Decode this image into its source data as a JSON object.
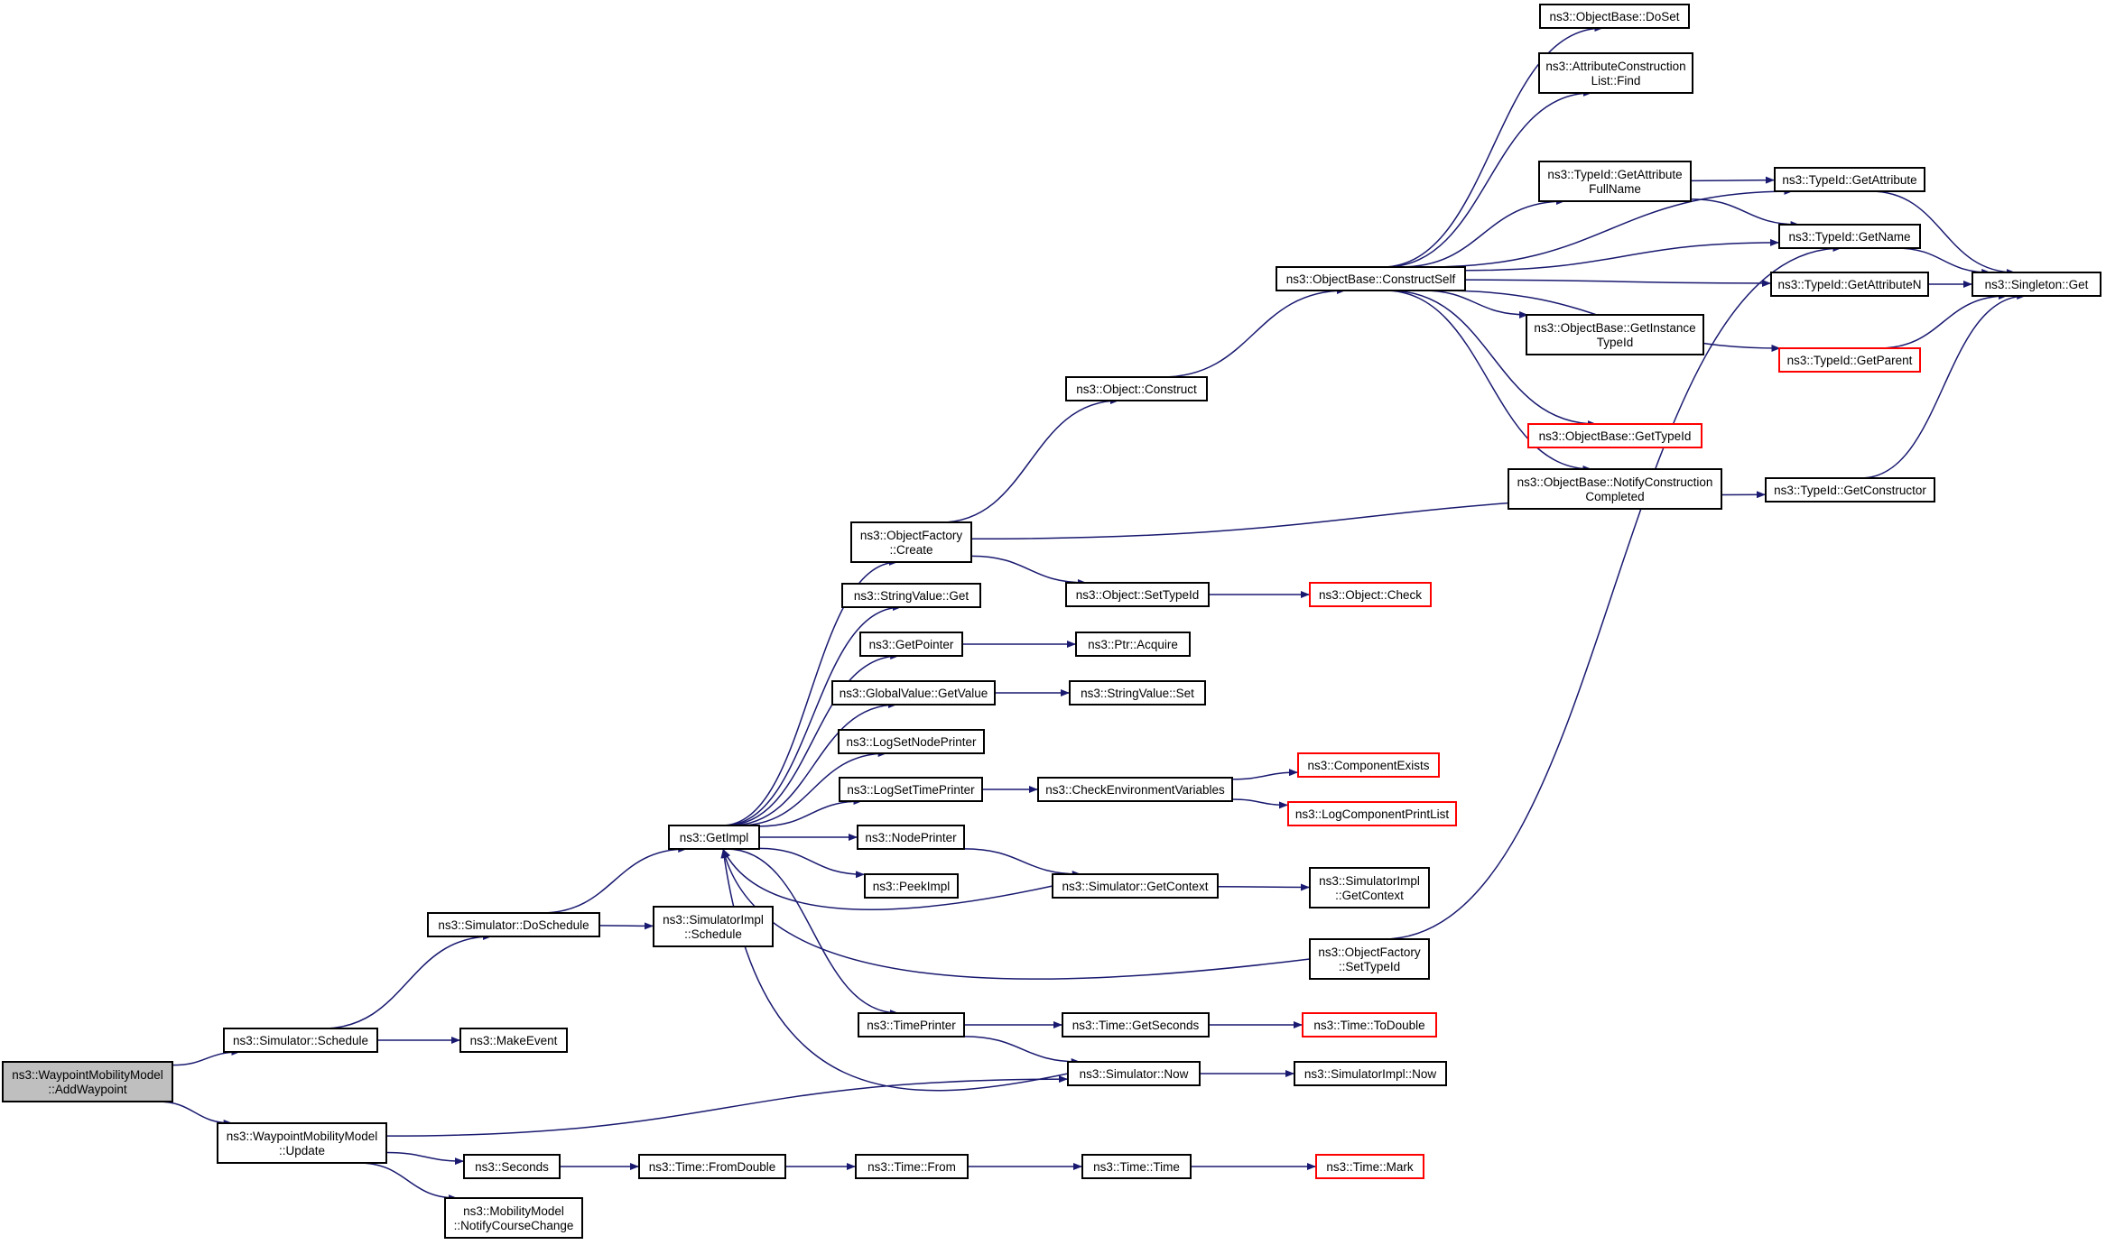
{
  "colors": {
    "edge": "#191970",
    "normal_border": "#000000",
    "truncated_border": "#ff0000",
    "root_fill": "#bfbfbf"
  },
  "nodes": [
    {
      "id": "root",
      "lines": [
        "ns3::WaypointMobilityModel",
        "::AddWaypoint"
      ],
      "style": "root"
    },
    {
      "id": "sched",
      "lines": [
        "ns3::Simulator::Schedule"
      ]
    },
    {
      "id": "update",
      "lines": [
        "ns3::WaypointMobilityModel",
        "::Update"
      ]
    },
    {
      "id": "doschedule",
      "lines": [
        "ns3::Simulator::DoSchedule"
      ]
    },
    {
      "id": "makeevent",
      "lines": [
        "ns3::MakeEvent"
      ]
    },
    {
      "id": "seconds",
      "lines": [
        "ns3::Seconds"
      ]
    },
    {
      "id": "notifycc",
      "lines": [
        "ns3::MobilityModel",
        "::NotifyCourseChange"
      ]
    },
    {
      "id": "getimpl",
      "lines": [
        "ns3::GetImpl"
      ]
    },
    {
      "id": "simimplschedule",
      "lines": [
        "ns3::SimulatorImpl",
        "::Schedule"
      ]
    },
    {
      "id": "fromdouble",
      "lines": [
        "ns3::Time::FromDouble"
      ]
    },
    {
      "id": "ofcreate",
      "lines": [
        "ns3::ObjectFactory",
        "::Create"
      ]
    },
    {
      "id": "strget",
      "lines": [
        "ns3::StringValue::Get"
      ]
    },
    {
      "id": "getpointer",
      "lines": [
        "ns3::GetPointer"
      ]
    },
    {
      "id": "gvgetvalue",
      "lines": [
        "ns3::GlobalValue::GetValue"
      ]
    },
    {
      "id": "lognodeprinter",
      "lines": [
        "ns3::LogSetNodePrinter"
      ]
    },
    {
      "id": "logtimeprinter",
      "lines": [
        "ns3::LogSetTimePrinter"
      ]
    },
    {
      "id": "nodeprinter",
      "lines": [
        "ns3::NodePrinter"
      ]
    },
    {
      "id": "peekimpl",
      "lines": [
        "ns3::PeekImpl"
      ]
    },
    {
      "id": "timeprinter",
      "lines": [
        "ns3::TimePrinter"
      ]
    },
    {
      "id": "timefrom",
      "lines": [
        "ns3::Time::From"
      ]
    },
    {
      "id": "objconstruct",
      "lines": [
        "ns3::Object::Construct"
      ]
    },
    {
      "id": "setTypeId",
      "lines": [
        "ns3::Object::SetTypeId"
      ]
    },
    {
      "id": "ptracquire",
      "lines": [
        "ns3::Ptr::Acquire"
      ]
    },
    {
      "id": "strset",
      "lines": [
        "ns3::StringValue::Set"
      ]
    },
    {
      "id": "checkenv",
      "lines": [
        "ns3::CheckEnvironmentVariables"
      ]
    },
    {
      "id": "getcontext",
      "lines": [
        "ns3::Simulator::GetContext"
      ]
    },
    {
      "id": "getseconds",
      "lines": [
        "ns3::Time::GetSeconds"
      ]
    },
    {
      "id": "simnow",
      "lines": [
        "ns3::Simulator::Now"
      ]
    },
    {
      "id": "timetime",
      "lines": [
        "ns3::Time::Time"
      ]
    },
    {
      "id": "constructself",
      "lines": [
        "ns3::ObjectBase::ConstructSelf"
      ]
    },
    {
      "id": "objcheck",
      "lines": [
        "ns3::Object::Check"
      ],
      "style": "red"
    },
    {
      "id": "compexists",
      "lines": [
        "ns3::ComponentExists"
      ],
      "style": "red"
    },
    {
      "id": "logprintlist",
      "lines": [
        "ns3::LogComponentPrintList"
      ],
      "style": "red"
    },
    {
      "id": "simimplgetcontext",
      "lines": [
        "ns3::SimulatorImpl",
        "::GetContext"
      ]
    },
    {
      "id": "ofsettypeid",
      "lines": [
        "ns3::ObjectFactory",
        "::SetTypeId"
      ]
    },
    {
      "id": "todouble",
      "lines": [
        "ns3::Time::ToDouble"
      ],
      "style": "red"
    },
    {
      "id": "simimplnow",
      "lines": [
        "ns3::SimulatorImpl::Now"
      ]
    },
    {
      "id": "timemark",
      "lines": [
        "ns3::Time::Mark"
      ],
      "style": "red"
    },
    {
      "id": "doset",
      "lines": [
        "ns3::ObjectBase::DoSet"
      ]
    },
    {
      "id": "aclfind",
      "lines": [
        "ns3::AttributeConstruction",
        "List::Find"
      ]
    },
    {
      "id": "getattrfullname",
      "lines": [
        "ns3::TypeId::GetAttribute",
        "FullName"
      ]
    },
    {
      "id": "getinstancetypeid",
      "lines": [
        "ns3::ObjectBase::GetInstance",
        "TypeId"
      ]
    },
    {
      "id": "obgettypeid",
      "lines": [
        "ns3::ObjectBase::GetTypeId"
      ],
      "style": "red"
    },
    {
      "id": "notifyconstruction",
      "lines": [
        "ns3::ObjectBase::NotifyConstruction",
        "Completed"
      ]
    },
    {
      "id": "getattribute",
      "lines": [
        "ns3::TypeId::GetAttribute"
      ]
    },
    {
      "id": "getname",
      "lines": [
        "ns3::TypeId::GetName"
      ]
    },
    {
      "id": "getattributen",
      "lines": [
        "ns3::TypeId::GetAttributeN"
      ]
    },
    {
      "id": "getparent",
      "lines": [
        "ns3::TypeId::GetParent"
      ],
      "style": "red"
    },
    {
      "id": "getconstructor",
      "lines": [
        "ns3::TypeId::GetConstructor"
      ]
    },
    {
      "id": "singletonget",
      "lines": [
        "ns3::Singleton::Get"
      ]
    }
  ],
  "edges": [
    [
      "root",
      "sched"
    ],
    [
      "root",
      "update"
    ],
    [
      "sched",
      "doschedule"
    ],
    [
      "sched",
      "makeevent"
    ],
    [
      "update",
      "simnow"
    ],
    [
      "update",
      "seconds"
    ],
    [
      "update",
      "notifycc"
    ],
    [
      "doschedule",
      "getimpl"
    ],
    [
      "doschedule",
      "simimplschedule"
    ],
    [
      "seconds",
      "fromdouble"
    ],
    [
      "fromdouble",
      "timefrom"
    ],
    [
      "timefrom",
      "timetime"
    ],
    [
      "timetime",
      "timemark"
    ],
    [
      "getimpl",
      "ofcreate"
    ],
    [
      "getimpl",
      "strget"
    ],
    [
      "getimpl",
      "getpointer"
    ],
    [
      "getimpl",
      "gvgetvalue"
    ],
    [
      "getimpl",
      "lognodeprinter"
    ],
    [
      "getimpl",
      "logtimeprinter"
    ],
    [
      "getimpl",
      "nodeprinter"
    ],
    [
      "getimpl",
      "peekimpl"
    ],
    [
      "getimpl",
      "timeprinter"
    ],
    [
      "getcontext",
      "getimpl"
    ],
    [
      "ofsettypeid",
      "getimpl"
    ],
    [
      "simnow",
      "getimpl"
    ],
    [
      "ofcreate",
      "objconstruct"
    ],
    [
      "ofcreate",
      "setTypeId"
    ],
    [
      "ofcreate",
      "getconstructor"
    ],
    [
      "getpointer",
      "ptracquire"
    ],
    [
      "gvgetvalue",
      "strset"
    ],
    [
      "logtimeprinter",
      "checkenv"
    ],
    [
      "checkenv",
      "compexists"
    ],
    [
      "checkenv",
      "logprintlist"
    ],
    [
      "nodeprinter",
      "getcontext"
    ],
    [
      "getcontext",
      "simimplgetcontext"
    ],
    [
      "timeprinter",
      "getseconds"
    ],
    [
      "timeprinter",
      "simnow"
    ],
    [
      "getseconds",
      "todouble"
    ],
    [
      "simnow",
      "simimplnow"
    ],
    [
      "setTypeId",
      "objcheck"
    ],
    [
      "objconstruct",
      "constructself"
    ],
    [
      "constructself",
      "doset"
    ],
    [
      "constructself",
      "aclfind"
    ],
    [
      "constructself",
      "getattribute"
    ],
    [
      "constructself",
      "getattrfullname"
    ],
    [
      "constructself",
      "getname"
    ],
    [
      "constructself",
      "getattributen"
    ],
    [
      "constructself",
      "getinstancetypeid"
    ],
    [
      "constructself",
      "getparent"
    ],
    [
      "constructself",
      "obgettypeid"
    ],
    [
      "constructself",
      "notifyconstruction"
    ],
    [
      "getattrfullname",
      "getattribute"
    ],
    [
      "getattrfullname",
      "getname"
    ],
    [
      "getattribute",
      "singletonget"
    ],
    [
      "getname",
      "singletonget"
    ],
    [
      "getattributen",
      "singletonget"
    ],
    [
      "getparent",
      "singletonget"
    ],
    [
      "getconstructor",
      "singletonget"
    ],
    [
      "ofsettypeid",
      "getname"
    ]
  ]
}
